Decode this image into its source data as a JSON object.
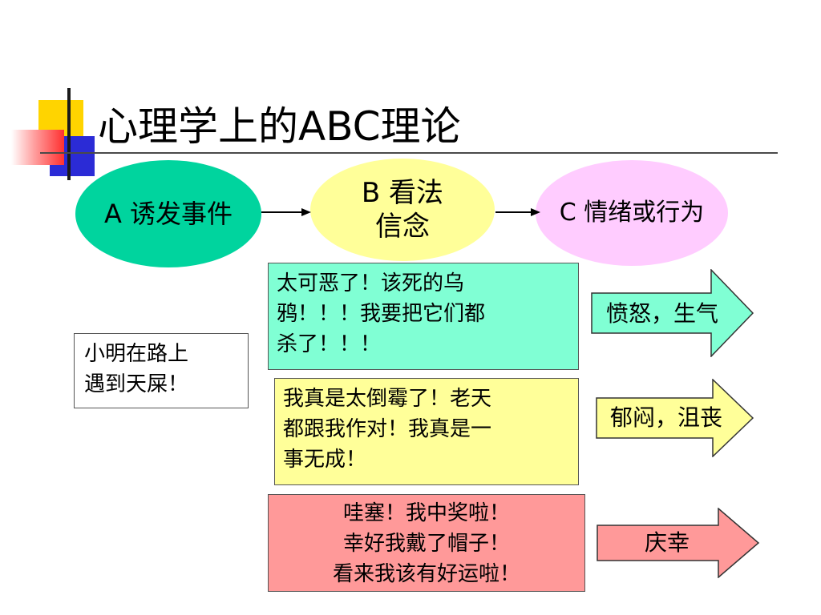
{
  "title": "心理学上的ABC理论",
  "ellipses": {
    "a": "A 诱发事件",
    "b_line1": "B 看法",
    "b_line2": "信念",
    "c": "C 情绪或行为"
  },
  "event": {
    "line1": "小明在路上",
    "line2": "遇到天屎！"
  },
  "beliefs": [
    {
      "line1": "太可恶了！该死的乌",
      "line2": "鸦！！！我要把它们都",
      "line3": "杀了！！！"
    },
    {
      "line1": "我真是太倒霉了！老天",
      "line2": "都跟我作对！我真是一",
      "line3": "事无成！"
    },
    {
      "line1": "哇塞！我中奖啦！",
      "line2": "幸好我戴了帽子！",
      "line3": "看来我该有好运啦！"
    }
  ],
  "consequences": [
    "愤怒，生气",
    "郁闷，沮丧",
    "庆幸"
  ],
  "colors": {
    "ellipse_a": "#00d49e",
    "ellipse_b": "#ffff99",
    "ellipse_c": "#ffccff",
    "belief_1": "#80ffd4",
    "belief_2": "#ffff99",
    "belief_3": "#ff9999",
    "arrow_1": "#80ffd4",
    "arrow_2": "#ffff99",
    "arrow_3": "#ff9999"
  }
}
